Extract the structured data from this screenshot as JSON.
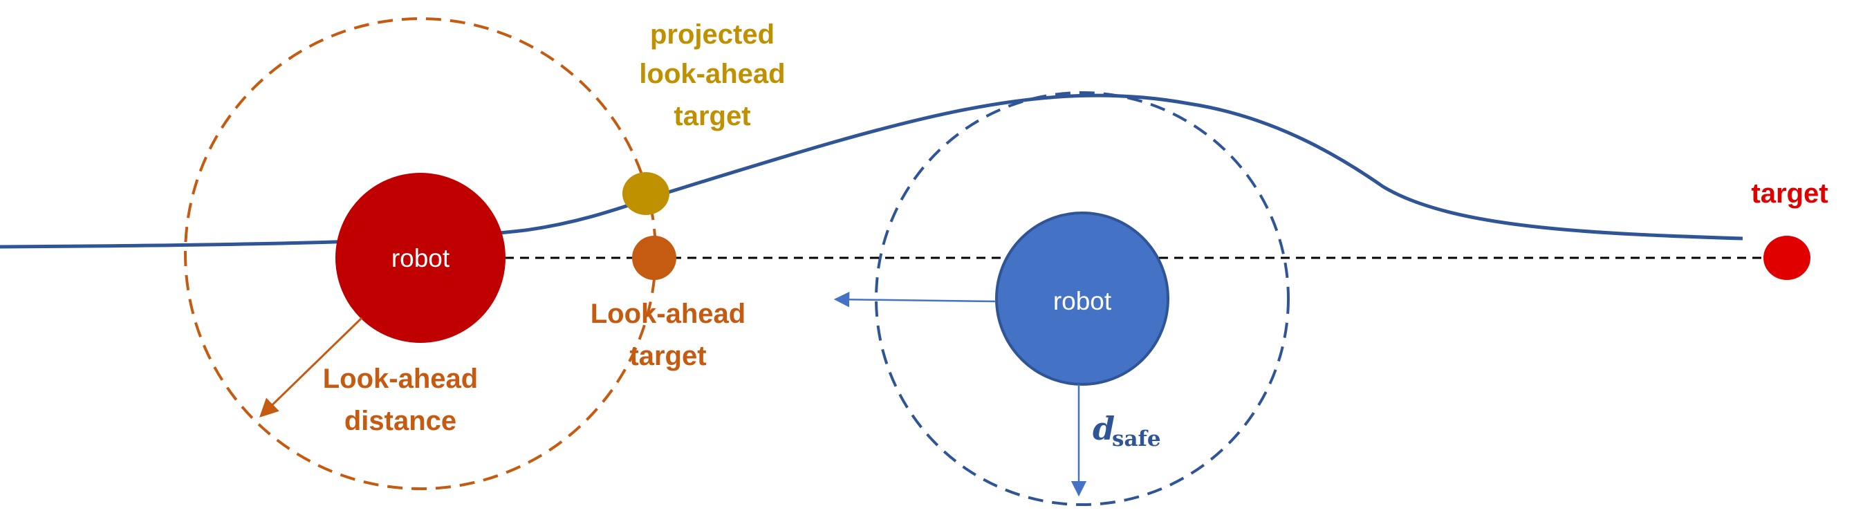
{
  "labels": {
    "projected": [
      "projected",
      "look-ahead",
      "target"
    ],
    "lookahead_target": [
      "Look-ahead",
      "target"
    ],
    "lookahead_distance": [
      "Look-ahead",
      "distance"
    ],
    "target": "target",
    "robot_left": "robot",
    "robot_right": "robot",
    "dsafe_main": "d",
    "dsafe_sub": "safe"
  },
  "colors": {
    "path": "#2f5597",
    "red_robot": "#c00000",
    "blue_robot": "#4472c4",
    "orange": "#c55a11",
    "gold": "#bf9000",
    "target_red": "#e00000",
    "dashed_line": "#000000",
    "dsafe_circle": "#2f5597",
    "dsafe_label": "#2f5597"
  }
}
